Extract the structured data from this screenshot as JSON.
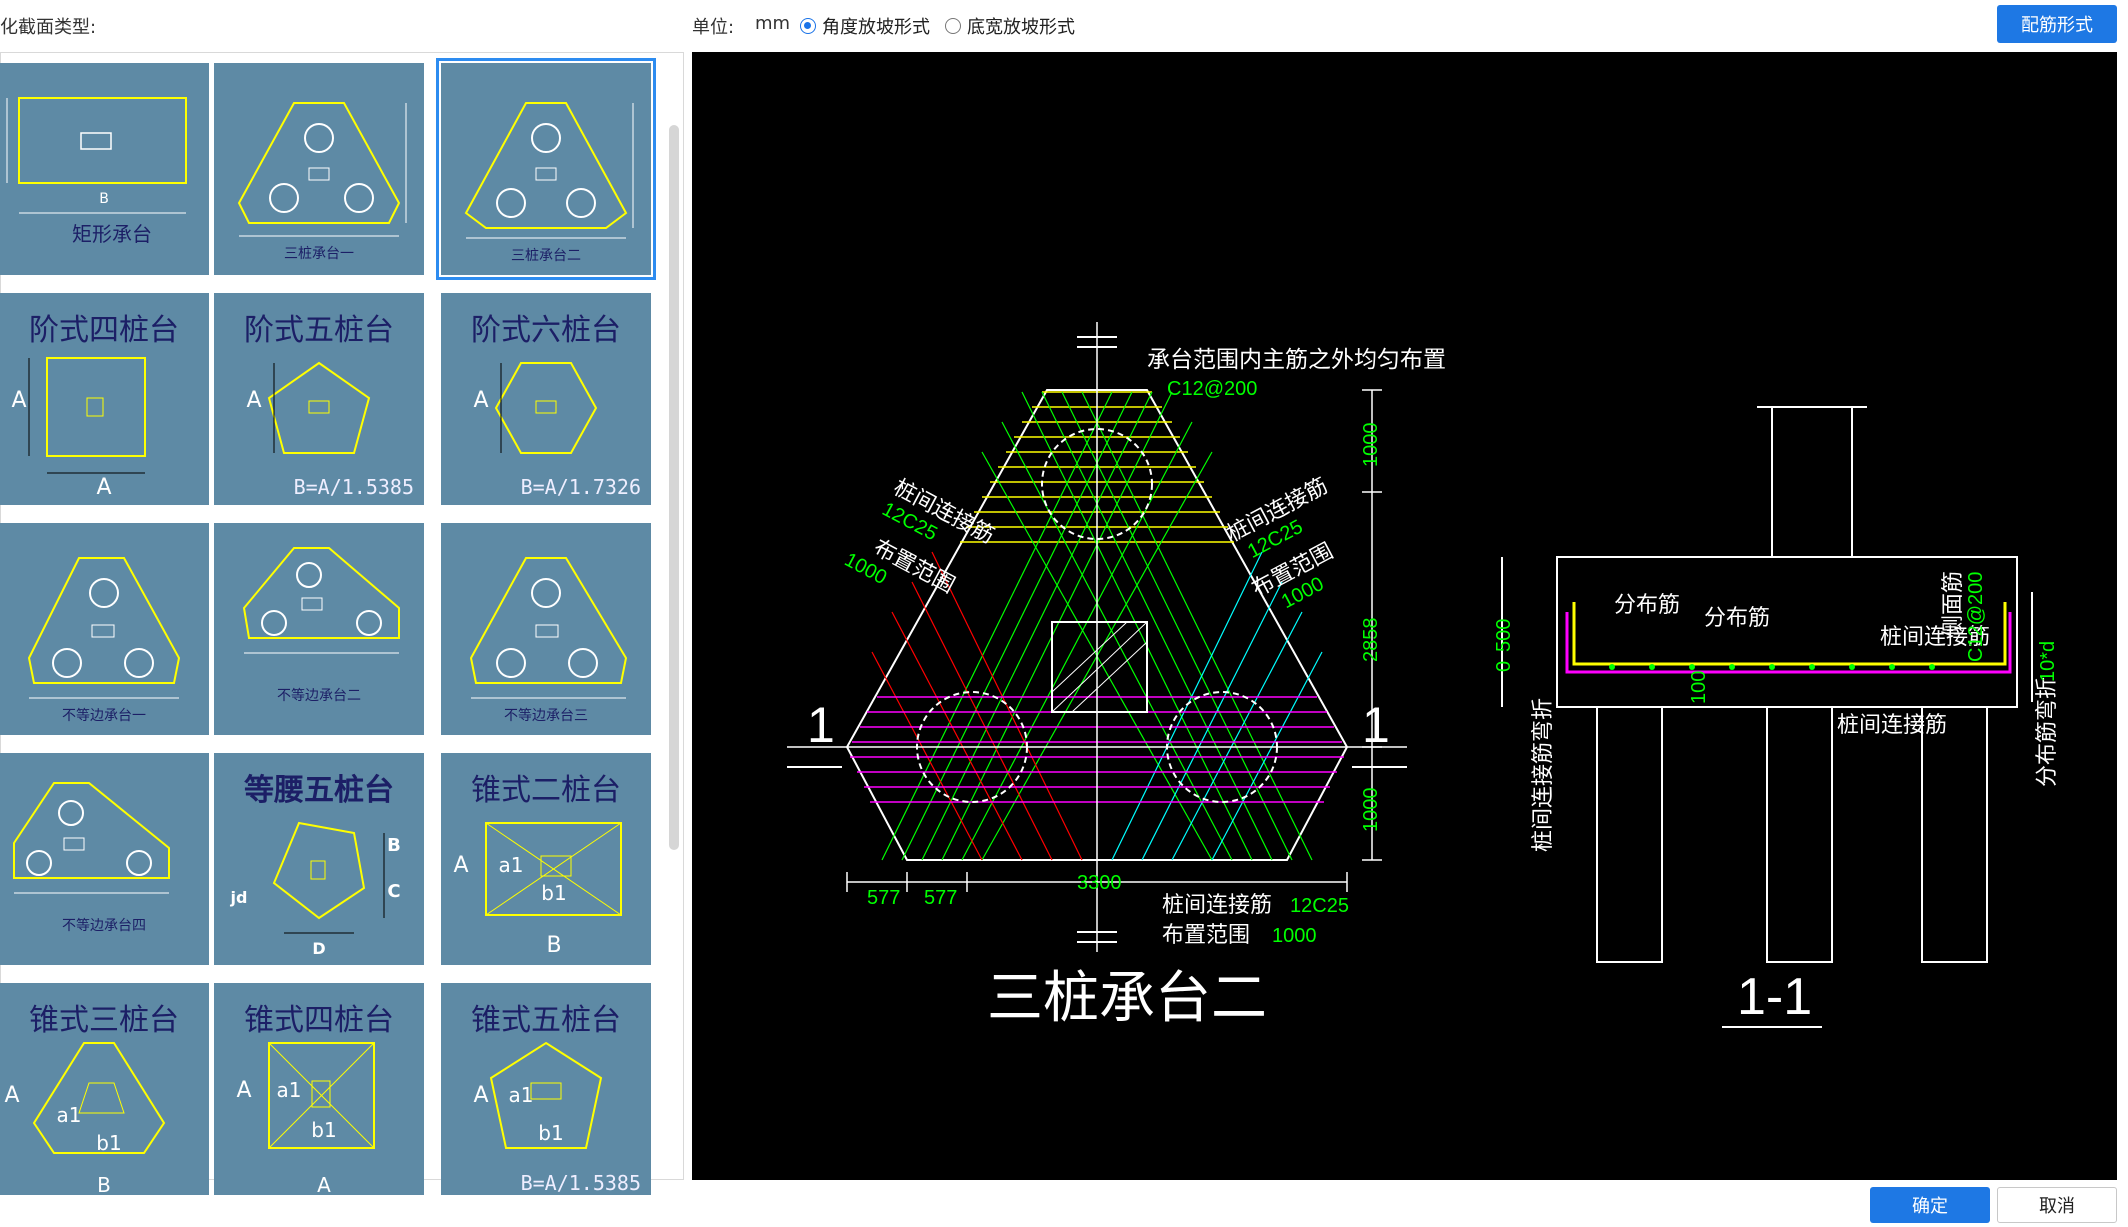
{
  "toolbar": {
    "section_type_label": "化截面类型:",
    "unit_label": "单位:",
    "unit_value": "mm",
    "radio_angle_label": "角度放坡形式",
    "radio_width_label": "底宽放坡形式",
    "rebar_button": "配筋形式"
  },
  "gallery": {
    "tiles": [
      {
        "title": "",
        "caption": "矩形承台",
        "dim": "B"
      },
      {
        "title": "",
        "caption": "三桩承台一"
      },
      {
        "title": "",
        "caption": "三桩承台二"
      },
      {
        "title": "阶式四桩台",
        "dim_left": "A",
        "dim_bottom": "A"
      },
      {
        "title": "阶式五桩台",
        "dim_left": "A",
        "dim_bottom": "B=A/1.5385"
      },
      {
        "title": "阶式六桩台",
        "dim_left": "A",
        "dim_bottom": "B=A/1.7326"
      },
      {
        "title": "",
        "caption": "不等边承台一"
      },
      {
        "title": "",
        "caption": "不等边承台二"
      },
      {
        "title": "",
        "caption": "不等边承台三"
      },
      {
        "title": "",
        "caption": "不等边承台四"
      },
      {
        "title": "等腰五桩台",
        "b": "B",
        "c": "C",
        "d": "D",
        "jd": "jd"
      },
      {
        "title": "锥式二桩台",
        "a": "A",
        "a1": "a1",
        "b1": "b1",
        "b": "B"
      },
      {
        "title": "锥式三桩台",
        "a": "A",
        "a1": "a1",
        "b1": "b1",
        "b": "B"
      },
      {
        "title": "锥式四桩台",
        "a": "A",
        "a1": "a1",
        "b1": "b1",
        "dim": "A"
      },
      {
        "title": "锥式五桩台",
        "a": "A",
        "a1": "a1",
        "b1": "b1",
        "dim": "B=A/1.5385"
      }
    ]
  },
  "cad": {
    "title_main": "三桩承台二",
    "title_section": "1-1",
    "sec_mark": "1",
    "note_top": "承台范围内主筋之外均匀布置",
    "c12": "C12@200",
    "left_conn": "桩间连接筋",
    "left_conn_spec": "12C25",
    "left_range": "布置范围",
    "left_range_val": "1000",
    "right_conn": "桩间连接筋",
    "right_conn_spec": "12C25",
    "right_range": "布置范围",
    "right_range_val": "1000",
    "dim_v1": "1000",
    "dim_v2": "2858",
    "dim_v3": "1000",
    "dim_h1": "577",
    "dim_h2": "577",
    "dim_h3": "3300",
    "bottom_conn": "桩间连接筋",
    "bottom_conn_spec": "12C25",
    "bottom_range": "布置范围",
    "bottom_range_val": "1000",
    "s_dist1": "分布筋",
    "s_dist2": "分布筋",
    "s_side": "侧面筋",
    "s_side_spec": "C12@200",
    "s_conn_top": "桩间连接筋",
    "s_conn_bot": "桩间连接筋",
    "s_hook_left": "桩间连接筋弯折",
    "s_hook_right": "分布筋弯折",
    "s_10d": "10*d",
    "s_500": "500",
    "s_0": "0",
    "s_100": "100"
  },
  "footer": {
    "ok": "确定",
    "cancel": "取消"
  },
  "colors": {
    "accent": "#1e78e4",
    "tile_bg": "#5e8aa5",
    "cad_bg": "#000000",
    "cad_green": "#00ff00",
    "cad_yellow": "#ffff00",
    "cad_magenta": "#ff00ff",
    "cad_cyan": "#00ffff",
    "cad_red": "#ff0000"
  }
}
